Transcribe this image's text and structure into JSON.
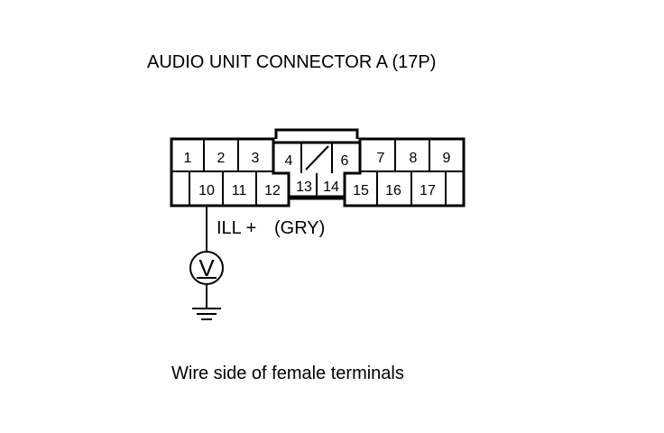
{
  "title": "AUDIO UNIT CONNECTOR A (17P)",
  "wire_label": "ILL +",
  "wire_color": "(GRY)",
  "caption": "Wire side of female terminals",
  "meter_symbol": "V",
  "icons": {
    "meter": "voltmeter-icon",
    "ground": "ground-icon",
    "cavity": "blocked-cavity-slash"
  },
  "pins": {
    "p1": "1",
    "p2": "2",
    "p3": "3",
    "p4": "4",
    "p6": "6",
    "p7": "7",
    "p8": "8",
    "p9": "9",
    "p10": "10",
    "p11": "11",
    "p12": "12",
    "p13": "13",
    "p14": "14",
    "p15": "15",
    "p16": "16",
    "p17": "17"
  }
}
